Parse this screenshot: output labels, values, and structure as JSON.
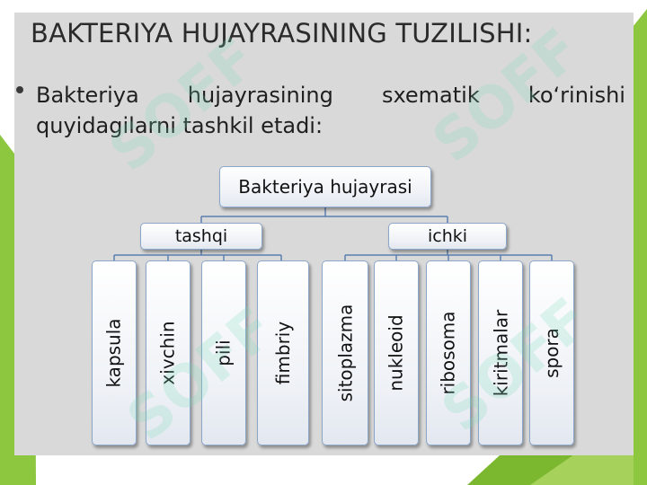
{
  "slide": {
    "title": "BAKTERIYA HUJAYRASINING TUZILISHI:",
    "bullet": {
      "line1_words": [
        "Bakteriya",
        "hujayrasining",
        "sxematik",
        "ko‘rinishi"
      ],
      "line2": "quyidagilarni tashkil etadi:"
    }
  },
  "diagram": {
    "root": "Bakteriya hujayrasi",
    "branches": [
      {
        "label": "tashqi",
        "children": [
          "kapsula",
          "xivchin",
          "pili",
          "fimbriy"
        ]
      },
      {
        "label": "ichki",
        "children": [
          "sitoplazma",
          "nukleoid",
          "ribosoma",
          "kiritmalar",
          "spora"
        ]
      }
    ]
  },
  "watermark": "SOFF",
  "colors": {
    "slide_bg": "#d9d9d9",
    "accent_green": "#8dc63f",
    "box_border": "#8aa6c8",
    "connector": "#5b7fb0"
  }
}
